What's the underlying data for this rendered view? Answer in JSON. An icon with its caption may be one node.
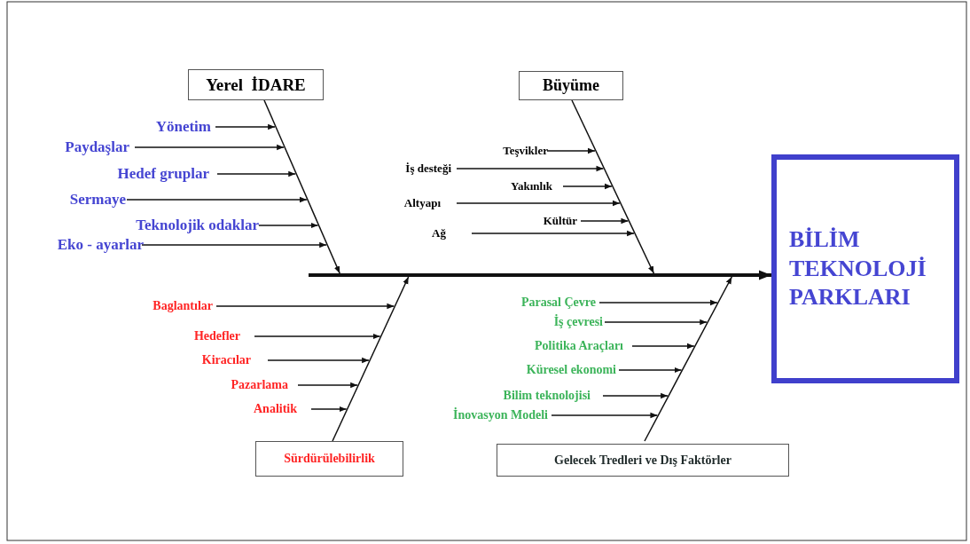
{
  "diagram": {
    "nodes": [
      {
        "text": [
          "Yerel  İDARE"
        ]
      },
      {
        "text": [
          "Büyüme"
        ]
      },
      {
        "text": [
          "BİLİM TEKNOLOJİ PARKLARI"
        ]
      },
      {
        "text": [
          "Yönetim"
        ]
      },
      {
        "text": [
          "Paydaşlar"
        ]
      },
      {
        "text": [
          "Hedef gruplar"
        ]
      },
      {
        "text": [
          "Sermaye"
        ]
      },
      {
        "text": [
          "Teknolojik odaklar"
        ]
      },
      {
        "text": [
          "Eko - ayarlar"
        ]
      },
      {
        "text": [
          "Teşvikler"
        ]
      },
      {
        "text": [
          "İş desteği"
        ]
      },
      {
        "text": [
          "Yakınlık"
        ]
      },
      {
        "text": [
          "Altyapı"
        ]
      },
      {
        "text": [
          "Kültür"
        ]
      },
      {
        "text": [
          "Ağ"
        ]
      },
      {
        "text": [],
        "shape": "bar"
      },
      {
        "text": [
          "Baglantılar"
        ]
      },
      {
        "text": [
          "Hedefler"
        ]
      },
      {
        "text": [
          "Kiracılar"
        ]
      },
      {
        "text": [
          "Pazarlama"
        ]
      },
      {
        "text": [
          "Analitik"
        ]
      },
      {
        "text": [
          "Parasal Çevre"
        ]
      },
      {
        "text": [
          "İş çevresi"
        ]
      },
      {
        "text": [
          "Politika Araçları"
        ]
      },
      {
        "text": [
          "Küresel ekonomi"
        ]
      },
      {
        "text": [
          "Bilim teknolojisi"
        ]
      },
      {
        "text": [
          "İnovasyon Modeli"
        ]
      },
      {
        "text": [
          "Sürdürülebilirlik"
        ]
      },
      {
        "text": [
          "Gelecek Tredleri ve Dış Faktörler"
        ]
      }
    ],
    "edges": [
      {
        "from": 0,
        "to": 15,
        "arrow": "to"
      },
      {
        "from": 3,
        "to": null,
        "arrow": "to"
      },
      {
        "from": 4,
        "to": null,
        "arrow": "to"
      },
      {
        "from": 5,
        "to": null,
        "arrow": "to"
      },
      {
        "from": 6,
        "to": null,
        "arrow": "to"
      },
      {
        "from": 7,
        "to": null,
        "arrow": "to"
      },
      {
        "from": 8,
        "to": null,
        "arrow": "to"
      },
      {
        "from": 1,
        "to": 15,
        "arrow": "to"
      },
      {
        "from": 9,
        "to": null,
        "arrow": "to"
      },
      {
        "from": 10,
        "to": null,
        "arrow": "to"
      },
      {
        "from": 11,
        "to": null,
        "arrow": "to"
      },
      {
        "from": 12,
        "to": null,
        "arrow": "to"
      },
      {
        "from": 13,
        "to": null,
        "arrow": "to"
      },
      {
        "from": 14,
        "to": null,
        "arrow": "to"
      },
      {
        "from": 15,
        "to": 2,
        "arrow": "to",
        "style": "thick"
      },
      {
        "from": 27,
        "to": 15,
        "arrow": "to"
      },
      {
        "from": 16,
        "to": null,
        "arrow": "to"
      },
      {
        "from": 17,
        "to": null,
        "arrow": "to"
      },
      {
        "from": 18,
        "to": null,
        "arrow": "to"
      },
      {
        "from": 19,
        "to": null,
        "arrow": "to"
      },
      {
        "from": 20,
        "to": null,
        "arrow": "to"
      },
      {
        "from": 28,
        "to": 15,
        "arrow": "to"
      },
      {
        "from": 21,
        "to": null,
        "arrow": "to"
      },
      {
        "from": 22,
        "to": null,
        "arrow": "to"
      },
      {
        "from": 23,
        "to": null,
        "arrow": "to"
      },
      {
        "from": 24,
        "to": null,
        "arrow": "to"
      },
      {
        "from": 25,
        "to": null,
        "arrow": "to"
      },
      {
        "from": 26,
        "to": null,
        "arrow": "to"
      }
    ]
  }
}
